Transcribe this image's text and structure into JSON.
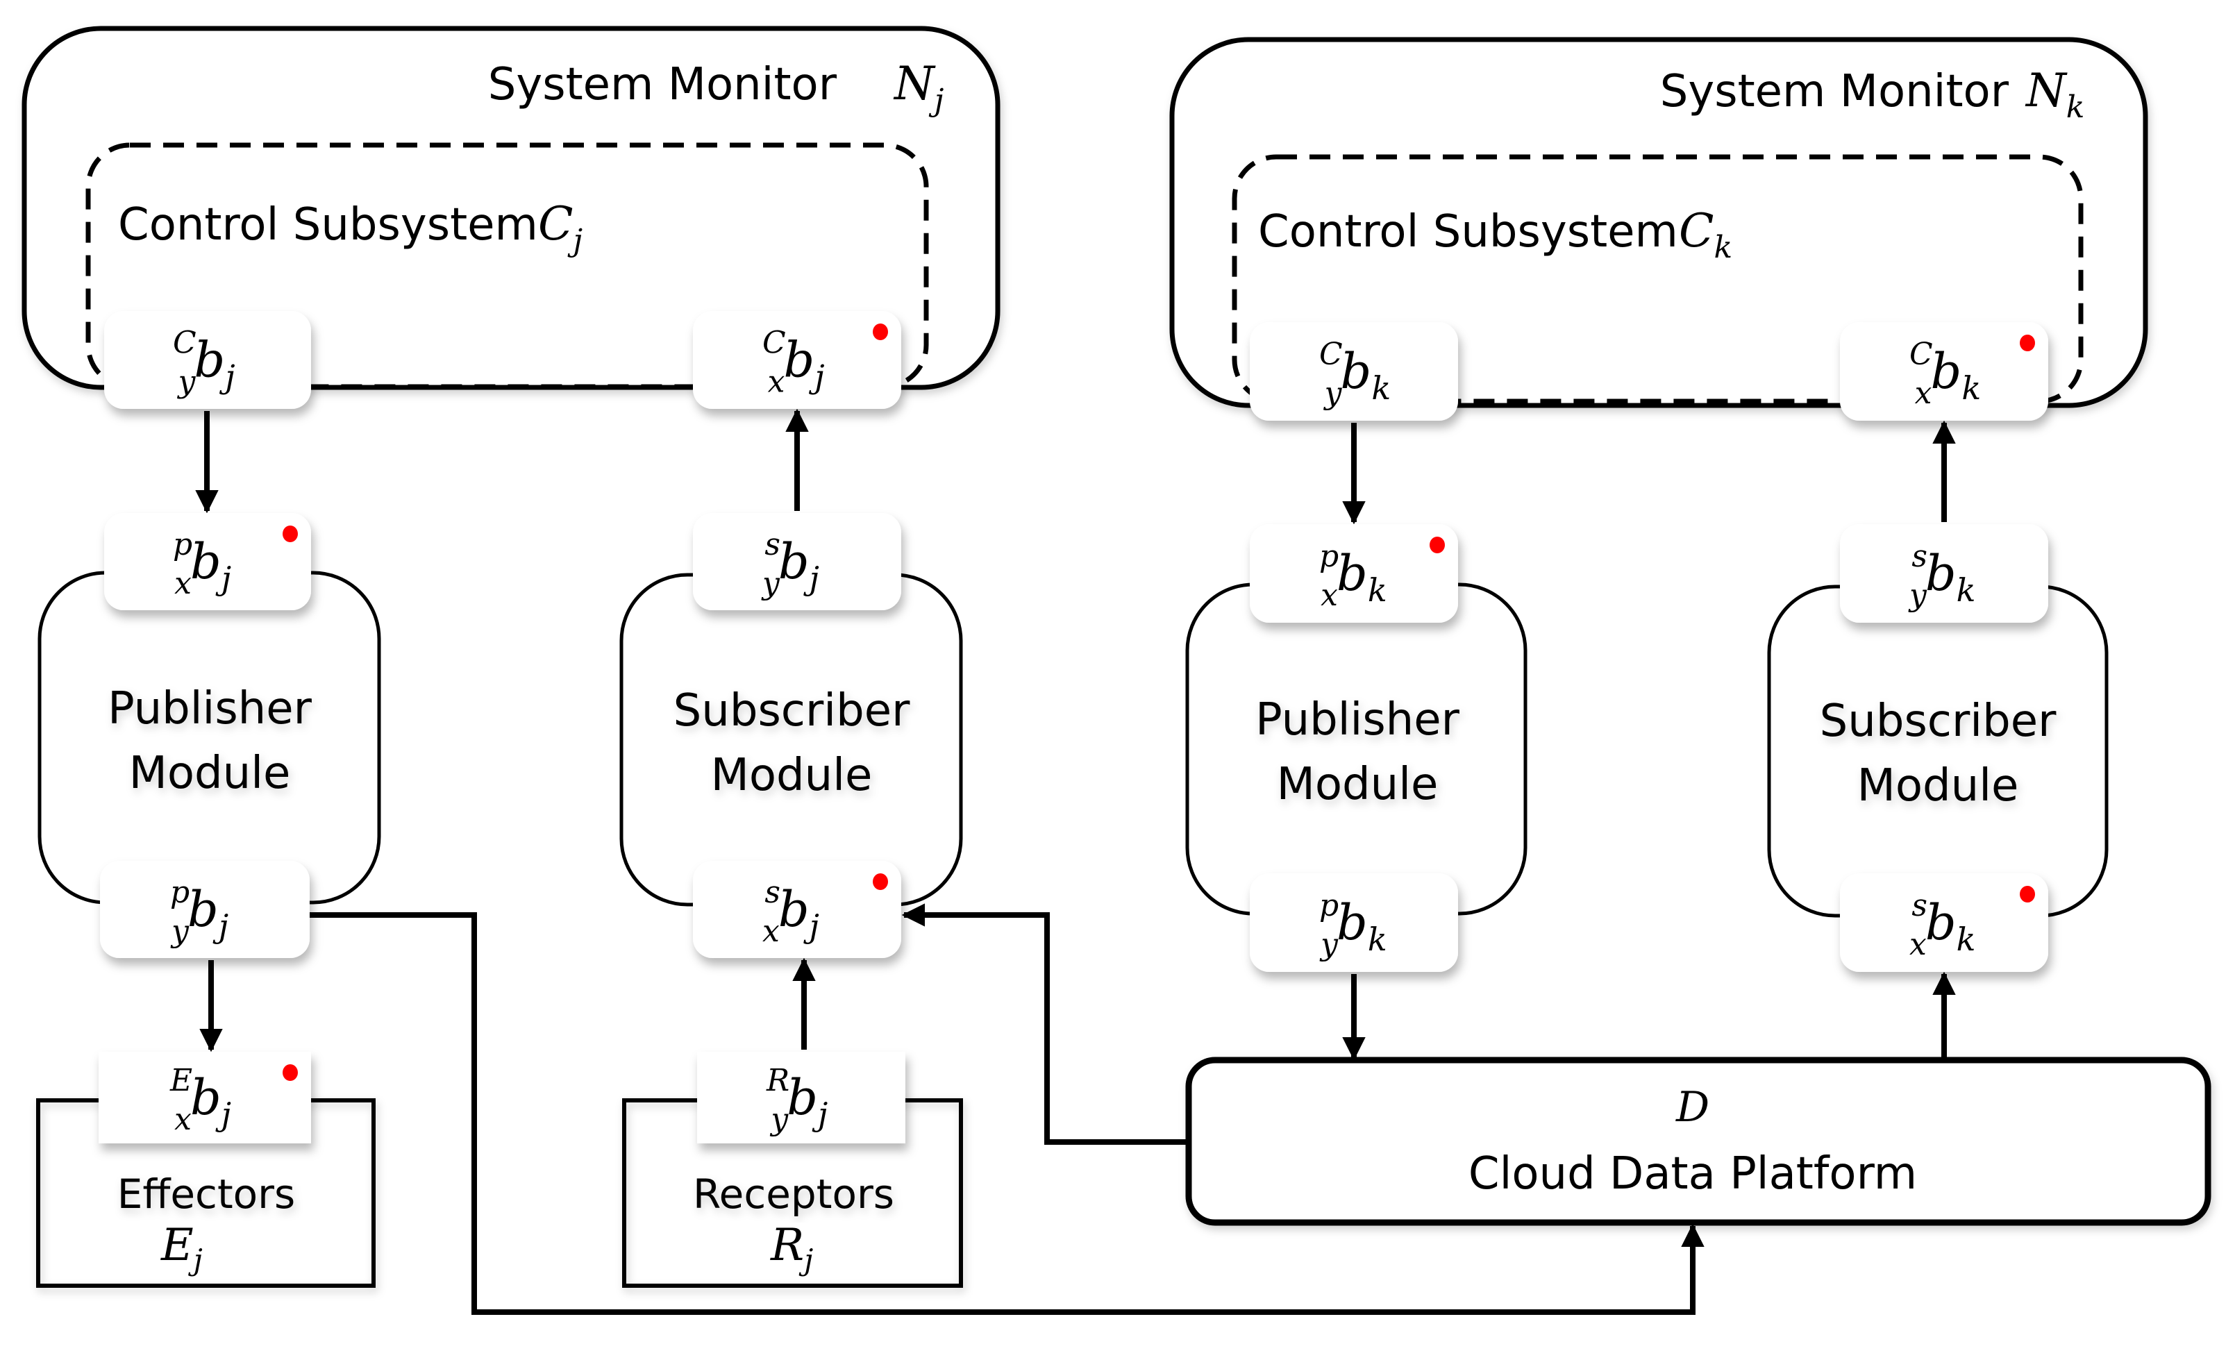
{
  "diagram": {
    "type": "architecture-block-diagram",
    "monitors": [
      {
        "id": "Nj",
        "title": "System Monitor",
        "symbol": "N",
        "symbol_sub": "j",
        "control": {
          "title": "Control Subsystem",
          "symbol": "C",
          "symbol_sub": "j"
        }
      },
      {
        "id": "Nk",
        "title": "System Monitor",
        "symbol": "N",
        "symbol_sub": "k",
        "control": {
          "title": "Control Subsystem",
          "symbol": "C",
          "symbol_sub": "k"
        }
      }
    ],
    "modules": [
      {
        "id": "pub_j",
        "line1": "Publisher",
        "line2": "Module"
      },
      {
        "id": "sub_j",
        "line1": "Subscriber",
        "line2": "Module"
      },
      {
        "id": "pub_k",
        "line1": "Publisher",
        "line2": "Module"
      },
      {
        "id": "sub_k",
        "line1": "Subscriber",
        "line2": "Module"
      }
    ],
    "effectors": {
      "title": "Effectors",
      "symbol": "E",
      "symbol_sub": "j"
    },
    "receptors": {
      "title": "Receptors",
      "symbol": "R",
      "symbol_sub": "j"
    },
    "cloud": {
      "symbol": "D",
      "title": "Cloud Data Platform"
    },
    "ports": [
      {
        "id": "Cybj",
        "sup": "C",
        "pre_sub": "y",
        "base": "b",
        "sub": "j",
        "marked": false
      },
      {
        "id": "Cxbj",
        "sup": "C",
        "pre_sub": "x",
        "base": "b",
        "sub": "j",
        "marked": true
      },
      {
        "id": "Cybk",
        "sup": "C",
        "pre_sub": "y",
        "base": "b",
        "sub": "k",
        "marked": false
      },
      {
        "id": "Cxbk",
        "sup": "C",
        "pre_sub": "x",
        "base": "b",
        "sub": "k",
        "marked": true
      },
      {
        "id": "pxbj",
        "sup": "p",
        "pre_sub": "x",
        "base": "b",
        "sub": "j",
        "marked": true
      },
      {
        "id": "pybj",
        "sup": "p",
        "pre_sub": "y",
        "base": "b",
        "sub": "j",
        "marked": false
      },
      {
        "id": "sybj",
        "sup": "s",
        "pre_sub": "y",
        "base": "b",
        "sub": "j",
        "marked": false
      },
      {
        "id": "sxbj",
        "sup": "s",
        "pre_sub": "x",
        "base": "b",
        "sub": "j",
        "marked": true
      },
      {
        "id": "pxbk",
        "sup": "p",
        "pre_sub": "x",
        "base": "b",
        "sub": "k",
        "marked": true
      },
      {
        "id": "pybk",
        "sup": "p",
        "pre_sub": "y",
        "base": "b",
        "sub": "k",
        "marked": false
      },
      {
        "id": "sybk",
        "sup": "s",
        "pre_sub": "y",
        "base": "b",
        "sub": "k",
        "marked": false
      },
      {
        "id": "sxbk",
        "sup": "s",
        "pre_sub": "x",
        "base": "b",
        "sub": "k",
        "marked": true
      },
      {
        "id": "Exbj",
        "sup": "E",
        "pre_sub": "x",
        "base": "b",
        "sub": "j",
        "marked": true
      },
      {
        "id": "Rybj",
        "sup": "R",
        "pre_sub": "y",
        "base": "b",
        "sub": "j",
        "marked": false
      }
    ],
    "edges": [
      {
        "from": "Cybj",
        "to": "pxbj"
      },
      {
        "from": "sybj",
        "to": "Cxbj"
      },
      {
        "from": "pybj",
        "to": "Exbj"
      },
      {
        "from": "Rybj",
        "to": "sxbj"
      },
      {
        "from": "pybj",
        "to": "cloud"
      },
      {
        "from": "cloud",
        "to": "sxbj"
      },
      {
        "from": "Cybk",
        "to": "pxbk"
      },
      {
        "from": "sybk",
        "to": "Cxbk"
      },
      {
        "from": "pybk",
        "to": "cloud"
      },
      {
        "from": "cloud",
        "to": "sxbk"
      }
    ],
    "colors": {
      "line": "#000000",
      "marker": "#ff0000",
      "background": "#ffffff"
    }
  }
}
